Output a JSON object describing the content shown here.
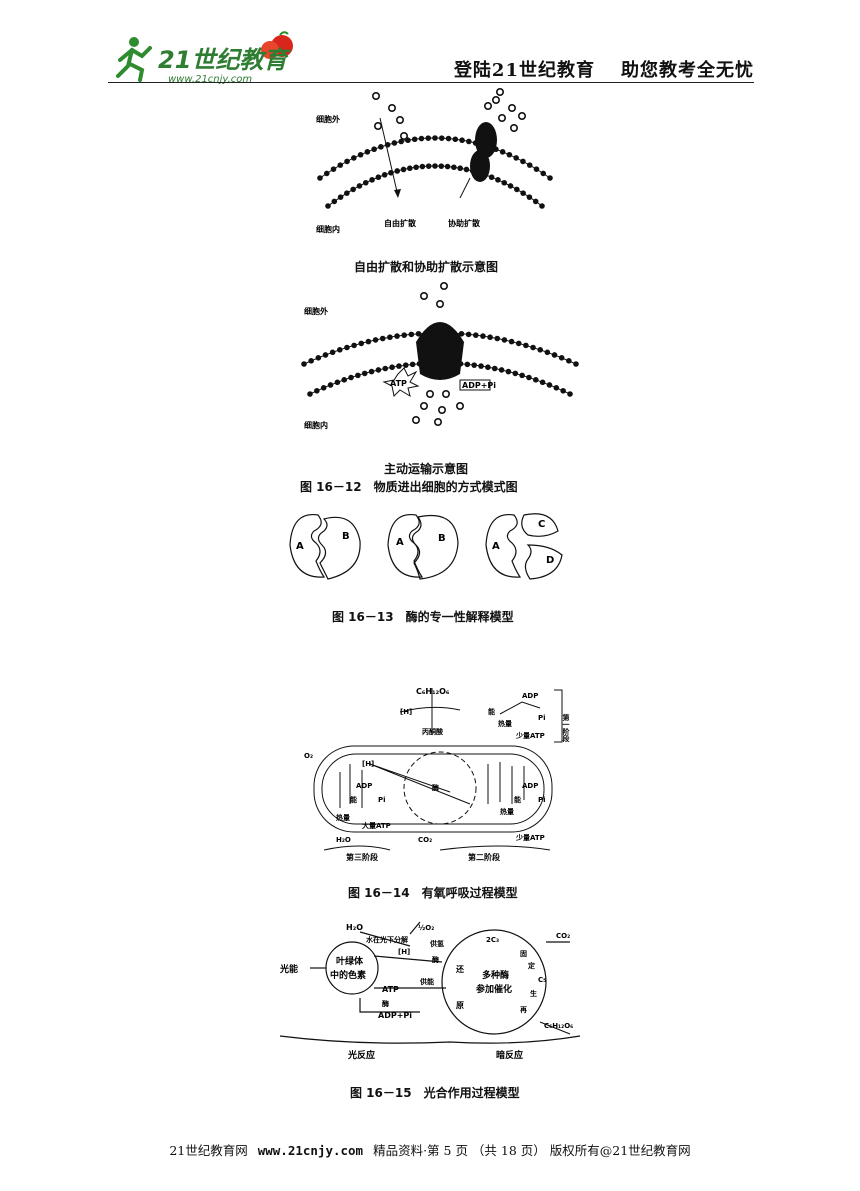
{
  "header": {
    "logo_text": "21世纪教育",
    "logo_url": "www.21cnjy.com",
    "slogan_left": "登陆21世纪教育",
    "slogan_right": "助您教考全无忧"
  },
  "fig_diffusion": {
    "outside_label": "细胞外",
    "inside_label": "细胞内",
    "free_label": "自由扩散",
    "facilitated_label": "协助扩散",
    "caption": "自由扩散和协助扩散示意图"
  },
  "fig_active": {
    "outside_label": "细胞外",
    "inside_label": "细胞内",
    "atp_label": "ATP",
    "adp_label": "ADP+Pi",
    "caption": "主动运输示意图"
  },
  "fig_16_12": {
    "caption": "图 16－12　物质进出细胞的方式模式图"
  },
  "fig_16_13": {
    "labels": [
      "A",
      "B",
      "A",
      "B",
      "A",
      "C",
      "D"
    ],
    "caption": "图 16－13　酶的专一性解释模型"
  },
  "fig_16_14": {
    "glucose": "C₆H₁₂O₆",
    "h1": "[H]",
    "pyruvate": "丙酮酸",
    "energy": "能",
    "adp": "ADP",
    "pi": "Pi",
    "heat": "热量",
    "small_atp": "少量ATP",
    "stage1": "第一阶段",
    "o2": "O₂",
    "h2": "[H]",
    "enzyme": "酶",
    "big_atp": "大量ATP",
    "h2o": "H₂O",
    "co2": "CO₂",
    "stage3": "第三阶段",
    "stage2": "第二阶段",
    "caption": "图 16－14　有氧呼吸过程模型"
  },
  "fig_16_15": {
    "h2o": "H₂O",
    "water_split": "水在光下分解",
    "half_o2": "½O₂",
    "h": "[H]",
    "supply_h": "供氢",
    "enzyme": "酶",
    "light": "光能",
    "pigment1": "叶绿体",
    "pigment2": "中的色素",
    "atp": "ATP",
    "supply_energy": "供能",
    "adp": "ADP+Pi",
    "reduce1": "还",
    "reduce2": "原",
    "multi1": "多种酶",
    "multi2": "参加催化",
    "c3x2": "2C₃",
    "co2": "CO₂",
    "fix1": "固",
    "fix2": "定",
    "c5": "C₅",
    "regen1": "生",
    "regen2": "再",
    "glucose": "C₆H₁₂O₆",
    "light_reaction": "光反应",
    "dark_reaction": "暗反应",
    "caption": "图 16－15　光合作用过程模型"
  },
  "footer": {
    "left": "21世纪教育网",
    "site": "www.21cnjy.com",
    "right": "精品资料·第 5 页 （共 18 页） 版权所有@21世纪教育网"
  }
}
